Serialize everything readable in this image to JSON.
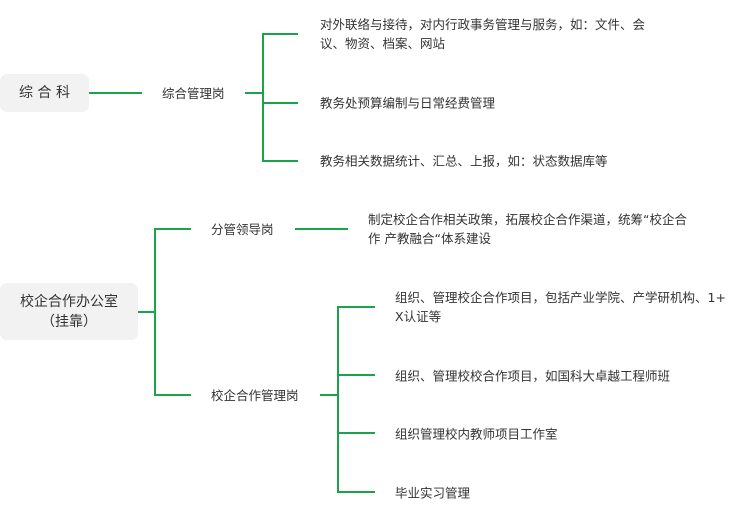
{
  "line_color": "#1aa34a",
  "groups": [
    {
      "root": {
        "lines": [
          "综 合 科"
        ]
      },
      "positions": [
        {
          "label": "综合管理岗",
          "duties": [
            {
              "lines": [
                "对外联络与接待，对内行政事务管理与服务，如：文件、会",
                "议、物资、档案、网站"
              ]
            },
            {
              "lines": [
                "教务处预算编制与日常经费管理"
              ]
            },
            {
              "lines": [
                "教务相关数据统计、汇总、上报，如：状态数据库等"
              ]
            }
          ]
        }
      ]
    },
    {
      "root": {
        "lines": [
          "校企合作办公室",
          "（挂靠）"
        ]
      },
      "positions": [
        {
          "label": "分管领导岗",
          "duties": [
            {
              "lines": [
                "制定校企合作相关政策，拓展校企合作渠道，统筹“校企合",
                "作 产教融合“体系建设"
              ]
            }
          ]
        },
        {
          "label": "校企合作管理岗",
          "duties": [
            {
              "lines": [
                "组织、管理校企合作项目，包括产业学院、产学研机构、1+",
                "X认证等"
              ]
            },
            {
              "lines": [
                "组织、管理校校合作项目，如国科大卓越工程师班"
              ]
            },
            {
              "lines": [
                "组织管理校内教师项目工作室"
              ]
            },
            {
              "lines": [
                "毕业实习管理"
              ]
            }
          ]
        }
      ]
    }
  ]
}
